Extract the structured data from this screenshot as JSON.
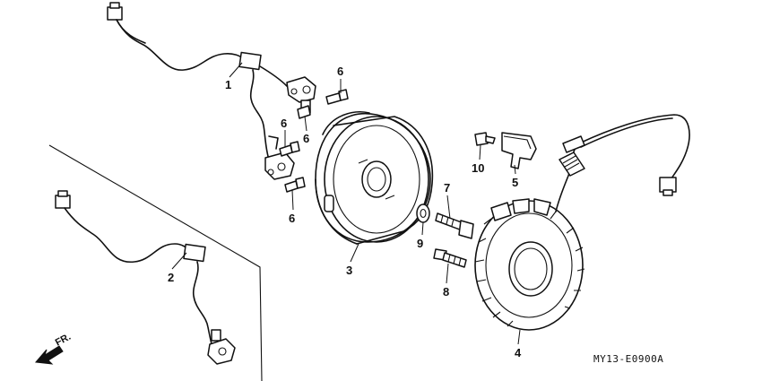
{
  "callouts": {
    "c1": "1",
    "c2": "2",
    "c3": "3",
    "c4": "4",
    "c5": "5",
    "c6a": "6",
    "c6b": "6",
    "c6c": "6",
    "c6d": "6",
    "c7": "7",
    "c8": "8",
    "c9": "9",
    "c10": "10"
  },
  "direction": {
    "label": "FR.",
    "icon": "arrow-down-left-icon"
  },
  "diagram_code": "MY13-E0900A"
}
